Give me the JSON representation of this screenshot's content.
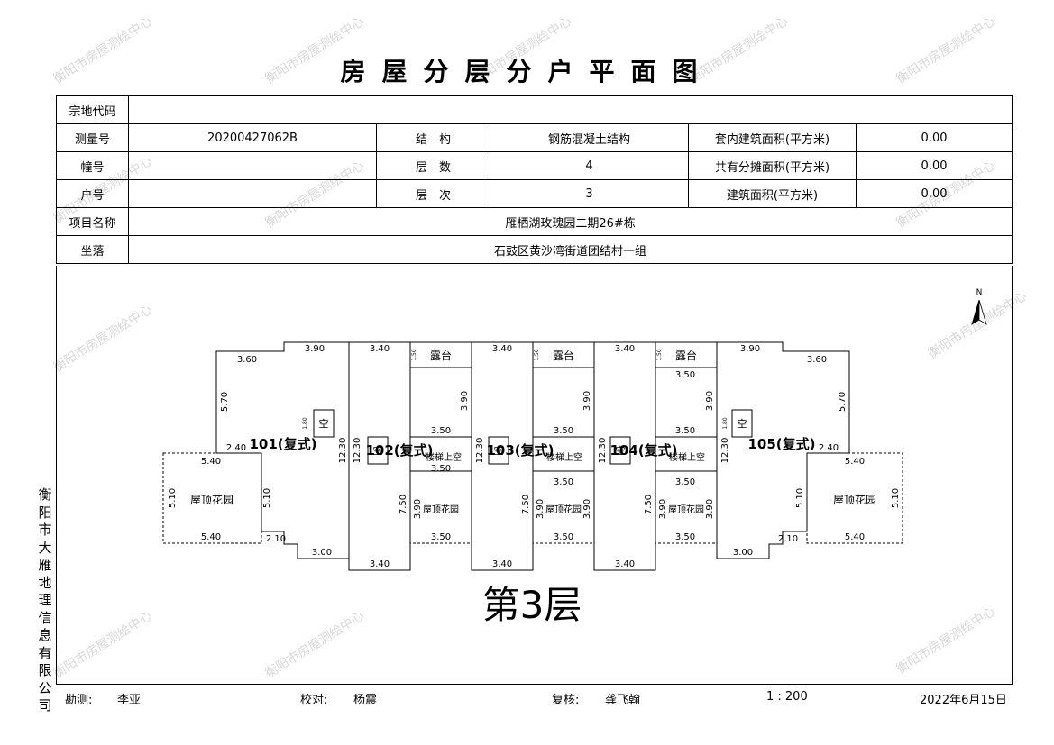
{
  "title": "房屋分层分户平面图",
  "watermark_text": "衡阳市房屋测绘中心",
  "table": {
    "zongdi_label": "宗地代码",
    "zongdi_value": "",
    "celianghao_label": "测量号",
    "celianghao_value": "20200427062B",
    "jiegou_label": "结　构",
    "jiegou_value": "钢筋混凝土结构",
    "taonei_label": "套内建筑面积(平方米)",
    "taonei_value": "0.00",
    "zhuanghao_label": "幢号",
    "zhuanghao_value": "",
    "censhu_label": "层　数",
    "censhu_value": "4",
    "gongyou_label": "共有分摊面积(平方米)",
    "gongyou_value": "0.00",
    "huhao_label": "户号",
    "huhao_value": "",
    "cenci_label": "层　次",
    "cenci_value": "3",
    "jianzhu_label": "建筑面积(平方米)",
    "jianzhu_value": "0.00",
    "xiangmu_label": "项目名称",
    "xiangmu_value": "雁栖湖玫瑰园二期26#栋",
    "zuoluo_label": "坐落",
    "zuoluo_value": "石鼓区黄沙湾街道团结村一组"
  },
  "plan": {
    "floor_label": "第3层",
    "north_label": "N",
    "units": [
      "101(复式)",
      "102(复式)",
      "103(复式)",
      "104(复式)",
      "105(复式)"
    ],
    "garden_label": "屋顶花园",
    "small_garden_label": "屋顶花园",
    "terrace_label": "露台",
    "void_label": "空",
    "void_above_label": "楼梯上空",
    "dims": {
      "d390": "3.90",
      "d360": "3.60",
      "d340": "3.40",
      "d570": "5.70",
      "d1230": "12.30",
      "d540": "5.40",
      "d510": "5.10",
      "d210": "2.10",
      "d300": "3.00",
      "d350": "3.50",
      "d750": "7.50",
      "d240": "2.40",
      "d150": "1.50",
      "d180": "1.80"
    }
  },
  "side_company": [
    "衡",
    "阳",
    "市",
    "大",
    "雁",
    "地",
    "理",
    "信",
    "息",
    "有",
    "限",
    "公",
    "司"
  ],
  "footer": {
    "kance_label": "勘测:",
    "kance_value": "李亚",
    "jiaodui_label": "校对:",
    "jiaodui_value": "杨震",
    "fuhe_label": "复核:",
    "fuhe_value": "龚飞翰",
    "scale": "1 : 200",
    "date": "2022年6月15日"
  }
}
